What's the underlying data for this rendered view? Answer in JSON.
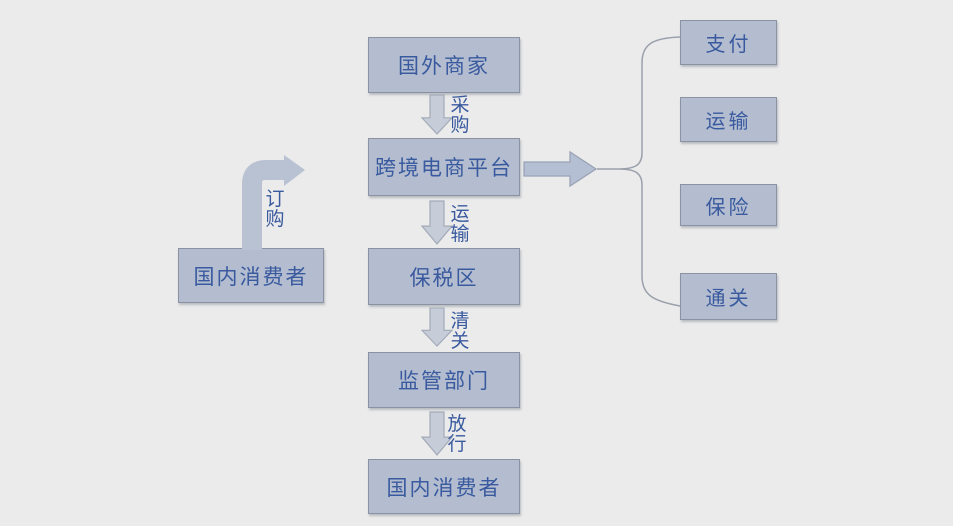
{
  "diagram": {
    "nodes": {
      "left_consumer": "国内消费者",
      "chain": [
        "国外商家",
        "跨境电商平台",
        "保税区",
        "监管部门",
        "国内消费者"
      ],
      "services": [
        "支付",
        "运输",
        "保险",
        "通关"
      ]
    },
    "edge_labels": {
      "order": "订购",
      "chain": [
        "采购",
        "运输",
        "清关",
        "放行"
      ]
    },
    "colors": {
      "background": "#ebebeb",
      "node_fill": "#b3bdcf",
      "node_border": "#8b93a3",
      "text_blue": "#3a5a9f",
      "arrow_fill": "#c6ccd8",
      "arrow_outline": "#a3aab8",
      "block_arrow_fill": "#b5bfd3",
      "elbow_arrow_fill": "#b9c2d3",
      "brace_line": "#9ba1ac"
    }
  }
}
